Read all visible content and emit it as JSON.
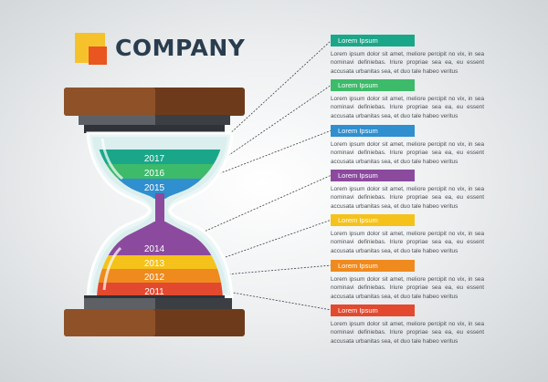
{
  "logo": {
    "company_name": "COMPANY",
    "colors": {
      "yellow": "#f6c22c",
      "orange": "#e9561f"
    }
  },
  "hourglass": {
    "years": [
      "2017",
      "2016",
      "2015",
      "2014",
      "2013",
      "2012",
      "2011"
    ],
    "colors": {
      "wood_dark": "#6d3b1c",
      "wood_light": "#8e5128",
      "ring_dark": "#3b3f44",
      "ring_light": "#5d6166",
      "glass": "#dff1f1"
    }
  },
  "legend": [
    {
      "label": "Lorem Ipsum",
      "color": "#1aa789",
      "text": "Lorem ipsum dolor sit amet, meliore percipit no vix, in sea nominavi definiebas. Iriure propriae sea ea, eu essent accusata urbanitas sea, et duo tale habeo veritus"
    },
    {
      "label": "Lorem Ipsum",
      "color": "#3dba6a",
      "text": "Lorem ipsum dolor sit amet, meliore percipit no vix, in sea nominavi definiebas. Iriure propriae sea ea, eu essent accusata urbanitas sea, et duo tale habeo veritus"
    },
    {
      "label": "Lorem Ipsum",
      "color": "#2f8fcf",
      "text": "Lorem ipsum dolor sit amet, meliore percipit no vix, in sea nominavi definiebas. Iriure propriae sea ea, eu essent accusata urbanitas sea, et duo tale habeo veritus"
    },
    {
      "label": "Lorem Ipsum",
      "color": "#8c4a9e",
      "text": "Lorem ipsum dolor sit amet, meliore percipit no vix, in sea nominavi definiebas. Iriure propriae sea ea, eu essent accusata urbanitas sea, et duo tale habeo veritus"
    },
    {
      "label": "Lorem Ipsum",
      "color": "#f5c21b",
      "text": "Lorem ipsum dolor sit amet, meliore percipit no vix, in sea nominavi definiebas. Iriure propriae sea ea, eu essent accusata urbanitas sea, et duo tale habeo veritus"
    },
    {
      "label": "Lorem Ipsum",
      "color": "#ef8a1e",
      "text": "Lorem ipsum dolor sit amet, meliore percipit no vix, in sea nominavi definiebas. Iriure propriae sea ea, eu essent accusata urbanitas sea, et duo tale habeo veritus"
    },
    {
      "label": "Lorem Ipsum",
      "color": "#e2492f",
      "text": "Lorem ipsum dolor sit amet, meliore percipit no vix, in sea nominavi definiebas. Iriure propriae sea ea, eu essent accusata urbanitas sea, et duo tale habeo veritus"
    }
  ]
}
